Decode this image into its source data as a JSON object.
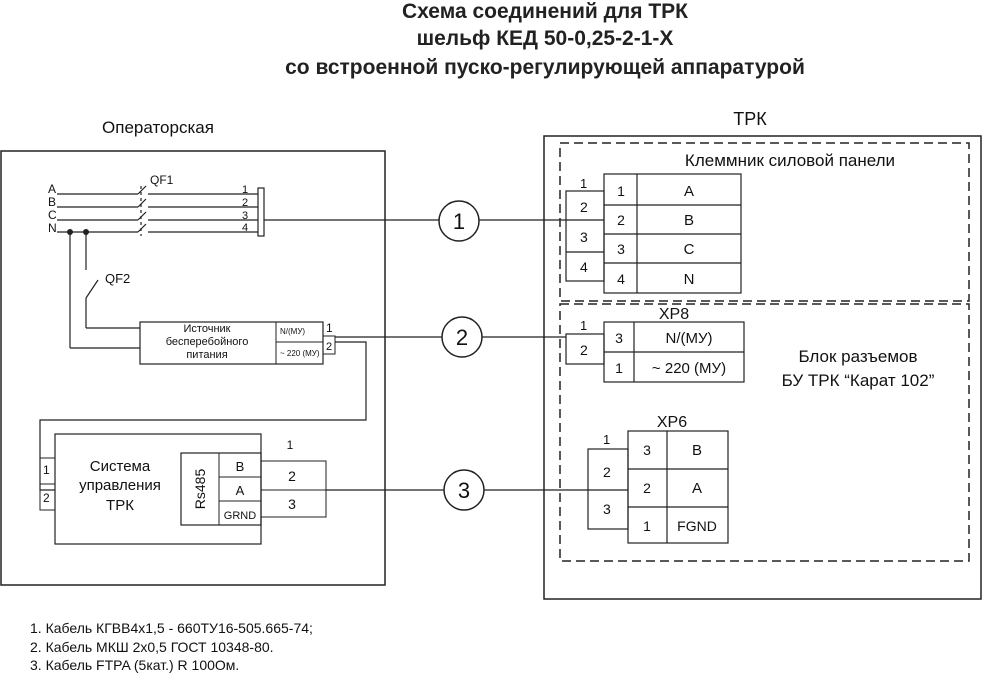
{
  "title": {
    "line1": "Схема соединений для ТРК",
    "line2": "шельф КЕД 50-0,25-2-1-Х",
    "line3": "со встроенной пуско-регулирующей аппаратурой"
  },
  "operator": {
    "label": "Операторская",
    "phases": [
      "A",
      "B",
      "C",
      "N"
    ],
    "qf1": "QF1",
    "qf1_terminals": [
      "1",
      "2",
      "3",
      "4"
    ],
    "qf2": "QF2",
    "ups": {
      "line1": "Источник",
      "line2": "бесперебойного",
      "line3": "питания",
      "out_n": "N/(МУ)",
      "out_220": "~ 220 (МУ)",
      "t1": "1",
      "t2": "2"
    },
    "control": {
      "line1": "Система",
      "line2": "управления",
      "line3": "ТРК",
      "rs485": "Rs485",
      "pins": [
        "B",
        "A",
        "GRND"
      ],
      "t_left": [
        "1",
        "2"
      ],
      "t_out": [
        "1",
        "2",
        "3"
      ]
    }
  },
  "cables": [
    "1",
    "2",
    "3"
  ],
  "trk": {
    "label": "ТРК",
    "power_panel": {
      "label": "Клеммник силовой панели",
      "cable_pins": [
        "1",
        "2",
        "3",
        "4"
      ],
      "rows": [
        {
          "num": "1",
          "name": "A"
        },
        {
          "num": "2",
          "name": "B"
        },
        {
          "num": "3",
          "name": "C"
        },
        {
          "num": "4",
          "name": "N"
        }
      ]
    },
    "xp8": {
      "label": "XP8",
      "cable_pins": [
        "1",
        "2"
      ],
      "rows": [
        {
          "num": "3",
          "name": "N/(МУ)"
        },
        {
          "num": "1",
          "name": "~ 220 (МУ)"
        }
      ]
    },
    "block": {
      "line1": "Блок разъемов",
      "line2": "БУ ТРК “Карат 102”"
    },
    "xp6": {
      "label": "XP6",
      "cable_pins": [
        "1",
        "2",
        "3"
      ],
      "rows": [
        {
          "num": "3",
          "name": "B"
        },
        {
          "num": "2",
          "name": "A"
        },
        {
          "num": "1",
          "name": "FGND"
        }
      ]
    }
  },
  "notes": [
    "1. Кабель КГВВ4х1,5 - 660ТУ16-505.665-74;",
    "2. Кабель МКШ 2х0,5 ГОСТ 10348-80.",
    "3. Кабель FTPA (5кат.) R 100Ом."
  ]
}
